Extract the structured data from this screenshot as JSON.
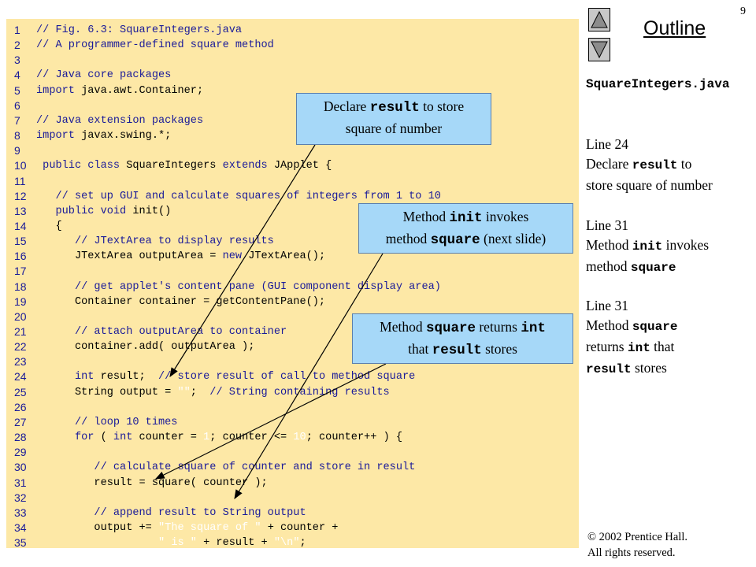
{
  "page_number": "9",
  "outline_title": "Outline",
  "nav": {
    "up_label": "Previous slide",
    "down_label": "Next slide"
  },
  "code_lines": [
    {
      "n": "1",
      "tokens": [
        {
          "t": "// Fig. 6.3: SquareIntegers.java",
          "c": "com"
        }
      ]
    },
    {
      "n": "2",
      "tokens": [
        {
          "t": "// A programmer-defined square method",
          "c": "com"
        }
      ]
    },
    {
      "n": "3",
      "tokens": []
    },
    {
      "n": "4",
      "tokens": [
        {
          "t": "// Java core packages",
          "c": "com"
        }
      ]
    },
    {
      "n": "5",
      "tokens": [
        {
          "t": "import",
          "c": "kw"
        },
        {
          "t": " java.awt.Container;",
          "c": "id"
        }
      ]
    },
    {
      "n": "6",
      "tokens": []
    },
    {
      "n": "7",
      "tokens": [
        {
          "t": "// Java extension packages",
          "c": "com"
        }
      ]
    },
    {
      "n": "8",
      "tokens": [
        {
          "t": "import",
          "c": "kw"
        },
        {
          "t": " javax.swing.*;",
          "c": "id"
        }
      ]
    },
    {
      "n": "9",
      "tokens": []
    },
    {
      "n": "10",
      "tokens": [
        {
          "t": " public class",
          "c": "kw"
        },
        {
          "t": " SquareIntegers ",
          "c": "id"
        },
        {
          "t": "extends",
          "c": "kw"
        },
        {
          "t": " JApplet {",
          "c": "id"
        }
      ]
    },
    {
      "n": "11",
      "tokens": []
    },
    {
      "n": "12",
      "tokens": [
        {
          "t": "   // set up GUI and calculate squares of integers from 1 to 10",
          "c": "com"
        }
      ]
    },
    {
      "n": "13",
      "tokens": [
        {
          "t": "   public void",
          "c": "kw"
        },
        {
          "t": " init()",
          "c": "id"
        }
      ]
    },
    {
      "n": "14",
      "tokens": [
        {
          "t": "   {",
          "c": "id"
        }
      ]
    },
    {
      "n": "15",
      "tokens": [
        {
          "t": "      // JTextArea to display results",
          "c": "com"
        }
      ]
    },
    {
      "n": "16",
      "tokens": [
        {
          "t": "      JTextArea outputArea = ",
          "c": "id"
        },
        {
          "t": "new",
          "c": "kw"
        },
        {
          "t": " JTextArea();",
          "c": "id"
        }
      ]
    },
    {
      "n": "17",
      "tokens": []
    },
    {
      "n": "18",
      "tokens": [
        {
          "t": "      // get applet's content pane (GUI component display area)",
          "c": "com"
        }
      ]
    },
    {
      "n": "19",
      "tokens": [
        {
          "t": "      Container container = getContentPane();",
          "c": "id"
        }
      ]
    },
    {
      "n": "20",
      "tokens": []
    },
    {
      "n": "21",
      "tokens": [
        {
          "t": "      // attach outputArea to container",
          "c": "com"
        }
      ]
    },
    {
      "n": "22",
      "tokens": [
        {
          "t": "      container.add( outputArea );",
          "c": "id"
        }
      ]
    },
    {
      "n": "23",
      "tokens": []
    },
    {
      "n": "24",
      "tokens": [
        {
          "t": "      int",
          "c": "kw"
        },
        {
          "t": " result;  ",
          "c": "id"
        },
        {
          "t": "// store result of call to method square",
          "c": "com"
        }
      ]
    },
    {
      "n": "25",
      "tokens": [
        {
          "t": "      String output = ",
          "c": "id"
        },
        {
          "t": "\"\"",
          "c": "str"
        },
        {
          "t": ";  ",
          "c": "id"
        },
        {
          "t": "// String containing results",
          "c": "com"
        }
      ]
    },
    {
      "n": "26",
      "tokens": []
    },
    {
      "n": "27",
      "tokens": [
        {
          "t": "      // loop 10 times",
          "c": "com"
        }
      ]
    },
    {
      "n": "28",
      "tokens": [
        {
          "t": "      for",
          "c": "kw"
        },
        {
          "t": " ( ",
          "c": "id"
        },
        {
          "t": "int",
          "c": "kw"
        },
        {
          "t": " counter = ",
          "c": "id"
        },
        {
          "t": "1",
          "c": "num"
        },
        {
          "t": "; counter <= ",
          "c": "id"
        },
        {
          "t": "10",
          "c": "num"
        },
        {
          "t": "; counter++ ) {",
          "c": "id"
        }
      ]
    },
    {
      "n": "29",
      "tokens": []
    },
    {
      "n": "30",
      "tokens": [
        {
          "t": "         // calculate square of counter and store in result",
          "c": "com"
        }
      ]
    },
    {
      "n": "31",
      "tokens": [
        {
          "t": "         result = square( counter );",
          "c": "id"
        }
      ]
    },
    {
      "n": "32",
      "tokens": []
    },
    {
      "n": "33",
      "tokens": [
        {
          "t": "         // append result to String output",
          "c": "com"
        }
      ]
    },
    {
      "n": "34",
      "tokens": [
        {
          "t": "         output += ",
          "c": "id"
        },
        {
          "t": "\"The square of \"",
          "c": "str"
        },
        {
          "t": " + counter +",
          "c": "id"
        }
      ]
    },
    {
      "n": "35",
      "tokens": [
        {
          "t": "                   ",
          "c": "id"
        },
        {
          "t": "\" is \"",
          "c": "str"
        },
        {
          "t": " + result + ",
          "c": "id"
        },
        {
          "t": "\"\\n\"",
          "c": "str"
        },
        {
          "t": ";",
          "c": "id"
        }
      ]
    }
  ],
  "callouts": {
    "c1": {
      "a": "Declare ",
      "b": "result",
      "c": " to store",
      "d": "square of number"
    },
    "c2": {
      "a": "Method ",
      "b": "init",
      "c": " invokes",
      "d1": "method ",
      "d2": "square",
      "d3": " (next slide)"
    },
    "c3": {
      "a": "Method ",
      "b": "square",
      "c": " returns ",
      "b2": "int",
      "d1": "that ",
      "d2": "result",
      "d3": " stores"
    }
  },
  "sidebar": {
    "filename": "SquareIntegers.java",
    "n1": {
      "line": "Line 24",
      "a": "Declare ",
      "b": "result",
      "c": " to",
      "d": "store square of number"
    },
    "n2": {
      "line": "Line 31",
      "a": "Method ",
      "b": "init",
      "c": " invokes",
      "d": "method ",
      "e": "square"
    },
    "n3": {
      "line": "Line 31",
      "a": "Method ",
      "b": "square",
      "d": "returns ",
      "e": "int",
      "f": " that",
      "g": "result",
      "h": " stores"
    }
  },
  "copyright": {
    "line1": "© 2002 Prentice Hall.",
    "line2": "All rights reserved."
  },
  "colors": {
    "code_bg": "#fde8a6",
    "callout_bg": "#a6d8f8",
    "keyword": "#1a1a99",
    "string": "#ffffff"
  }
}
